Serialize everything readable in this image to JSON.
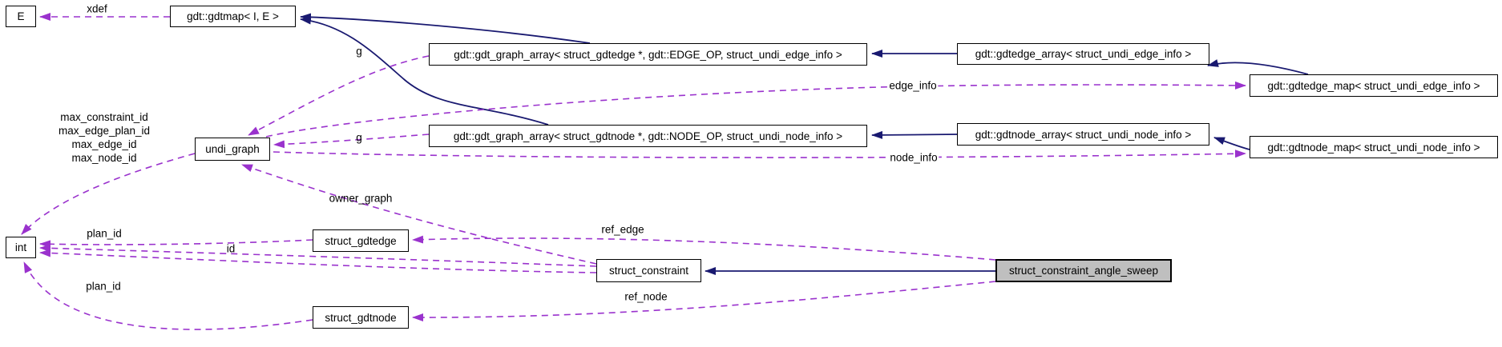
{
  "diagram": {
    "kind": "collaboration-graph",
    "colors": {
      "inheritance_edge": "#191970",
      "usage_edge": "#9a32cd",
      "node_border": "#000000",
      "node_fill": "#ffffff",
      "selected_node_fill": "#bfbfbf",
      "background": "#ffffff"
    },
    "nodes": [
      {
        "id": "E",
        "label": "E"
      },
      {
        "id": "gdtmap",
        "label": "gdt::gdtmap< I, E >"
      },
      {
        "id": "graph_array_edge",
        "label": "gdt::gdt_graph_array< struct_gdtedge *, gdt::EDGE_OP, struct_undi_edge_info >"
      },
      {
        "id": "gdtedge_array",
        "label": "gdt::gdtedge_array< struct_undi_edge_info >"
      },
      {
        "id": "gdtedge_map",
        "label": "gdt::gdtedge_map< struct_undi_edge_info >"
      },
      {
        "id": "graph_array_node",
        "label": "gdt::gdt_graph_array< struct_gdtnode *, gdt::NODE_OP, struct_undi_node_info >"
      },
      {
        "id": "gdtnode_array",
        "label": "gdt::gdtnode_array< struct_undi_node_info >"
      },
      {
        "id": "gdtnode_map",
        "label": "gdt::gdtnode_map< struct_undi_node_info >"
      },
      {
        "id": "undi_graph",
        "label": "undi_graph"
      },
      {
        "id": "int",
        "label": "int"
      },
      {
        "id": "struct_gdtedge",
        "label": "struct_gdtedge"
      },
      {
        "id": "struct_constraint",
        "label": "struct_constraint"
      },
      {
        "id": "struct_constraint_angle_sweep",
        "label": "struct_constraint_angle_sweep",
        "selected": true
      },
      {
        "id": "struct_gdtnode",
        "label": "struct_gdtnode"
      }
    ],
    "edge_labels": {
      "xdef": "xdef",
      "g_edge": "g",
      "g_node": "g",
      "edge_info": "edge_info",
      "node_info": "node_info",
      "owner_graph": "owner_graph",
      "plan_id_edge": "plan_id",
      "id": "id",
      "plan_id_node": "plan_id",
      "ref_edge": "ref_edge",
      "ref_node": "ref_node",
      "max_members": [
        "max_constraint_id",
        "max_edge_plan_id",
        "max_edge_id",
        "max_node_id"
      ]
    }
  }
}
